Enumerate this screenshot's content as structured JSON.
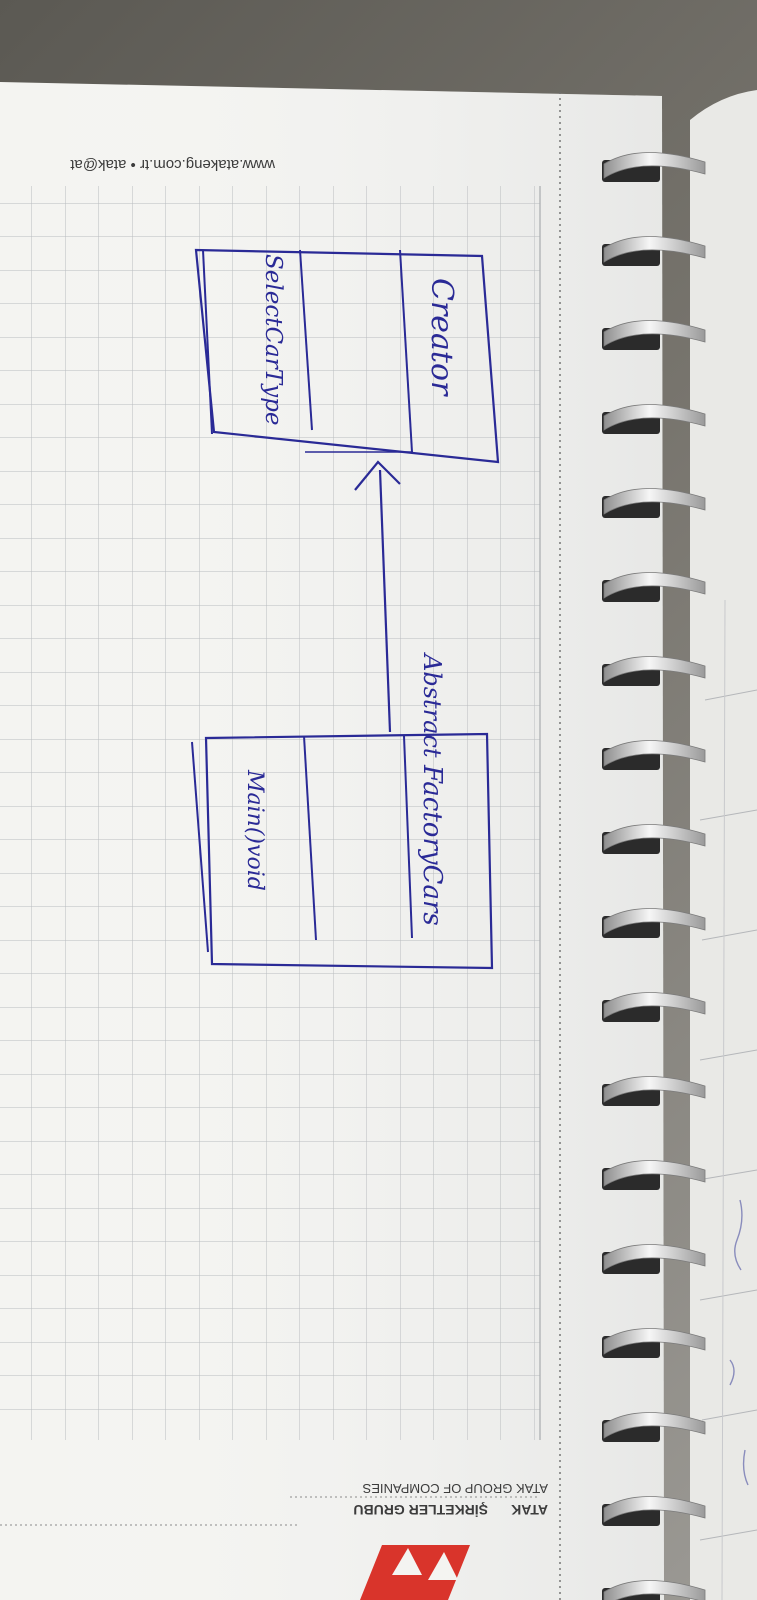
{
  "notebook": {
    "website_line": "www.atakeng.com.tr • atak@at",
    "brand_name": "ATAK",
    "brand_title": "ŞİRKETLER GRUBU",
    "brand_subtitle": "ATAK GROUP OF COMPANIES"
  },
  "diagram": {
    "class_left": {
      "name": "Creator",
      "method": "SelectCarType"
    },
    "class_right": {
      "name": "FactoryCars",
      "stereotype": "Abstract",
      "method": "Main()void"
    },
    "relation": "inheritance-arrow"
  },
  "colors": {
    "ink": "#2a2a96",
    "paper": "#f4f4f1",
    "grid": "#b9bcbf",
    "logo_red": "#d9342b"
  }
}
